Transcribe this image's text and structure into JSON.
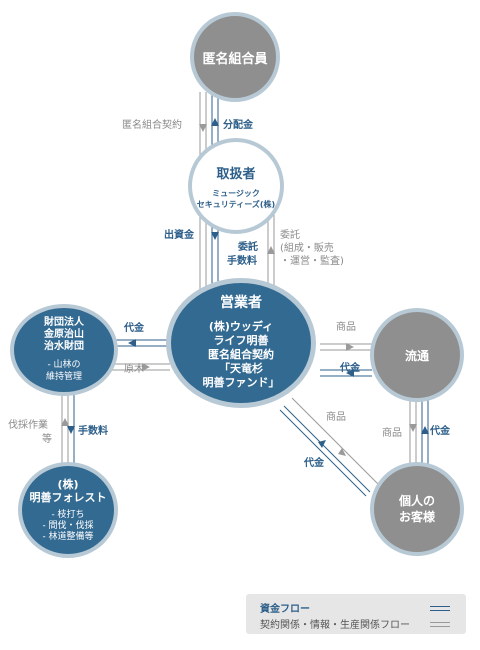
{
  "nodes": {
    "investors": {
      "label": "匿名組合員"
    },
    "broker": {
      "title": "取扱者",
      "sub1": "ミュージック",
      "sub2": "セキュリティーズ(株)"
    },
    "operator": {
      "title": "営業者",
      "line1": "(株)ウッディ",
      "line2": "ライフ明善",
      "line3": "匿名組合契約",
      "line4": "「天竜杉",
      "line5": "明善ファンド」"
    },
    "foundation": {
      "line1": "財団法人",
      "line2": "金原治山",
      "line3": "治水財団",
      "sub1": "- 山林の",
      "sub2": "維持管理"
    },
    "forest": {
      "line1": "(株)",
      "line2": "明善フォレスト",
      "sub1": "- 枝打ち",
      "sub2": "- 間伐・伐採",
      "sub3": "- 林道整備等"
    },
    "distribution": {
      "label": "流通"
    },
    "customers": {
      "line1": "個人の",
      "line2": "お客様"
    }
  },
  "labels": {
    "contract": "匿名組合契約",
    "dividend": "分配金",
    "investment": "出資金",
    "commission": "委託",
    "fee": "手数料",
    "entrust_detail_1": "委託",
    "entrust_detail_2": "(組成・販売",
    "entrust_detail_3": "・運営・監査)",
    "payment_foundation": "代金",
    "timber": "原木",
    "product_dist": "商品",
    "payment_dist": "代金",
    "product_cust": "商品",
    "payment_cust": "代金",
    "logging_1": "伐採作業",
    "logging_2": "等",
    "fee_forest": "手数料",
    "product_dist_cust": "商品",
    "payment_cust_dist": "代金"
  },
  "legend": {
    "money_flow": "資金フロー",
    "other_flow": "契約関係・情報・生産関係フロー"
  },
  "colors": {
    "money": "#2d5f8a",
    "other": "#9a9a9a",
    "node_blue": "#336a92",
    "node_gray": "#8f8f8f",
    "ring": "#b8c9d6"
  }
}
